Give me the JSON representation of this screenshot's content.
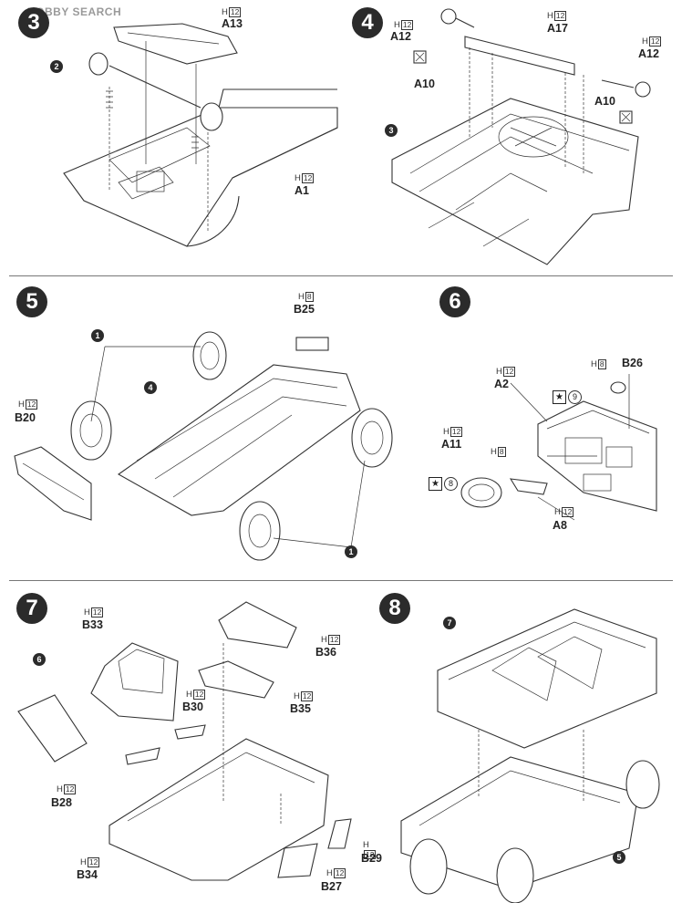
{
  "watermark": "HOBBY SEARCH",
  "steps": [
    {
      "number": "3",
      "sub": "2",
      "parts": [
        {
          "mat": "H",
          "size": "12",
          "label": "A13"
        },
        {
          "mat": "H",
          "size": "12",
          "label": "A1"
        }
      ]
    },
    {
      "number": "4",
      "sub": "3",
      "parts": [
        {
          "mat": "H",
          "size": "12",
          "label": "A12"
        },
        {
          "mat": "H",
          "size": "12",
          "label": "A17"
        },
        {
          "mat": "H",
          "size": "12",
          "label": "A12"
        }
      ],
      "extra_labels": [
        "A10",
        "A10"
      ]
    },
    {
      "number": "5",
      "sub_top": "1",
      "sub_mid": "4",
      "sub_bottom": "1",
      "parts": [
        {
          "mat": "H",
          "size": "8",
          "label": "B25"
        },
        {
          "mat": "H",
          "size": "12",
          "label": "B20"
        }
      ]
    },
    {
      "number": "6",
      "parts": [
        {
          "mat": "H",
          "size": "12",
          "label": "A2"
        },
        {
          "mat": "H",
          "size": "8",
          "label": "B26"
        },
        {
          "mat": "H",
          "size": "12",
          "label": "A11"
        },
        {
          "mat": "H",
          "size": "12",
          "label": "A8"
        }
      ],
      "extra_mat": {
        "mat": "H",
        "size": "8"
      },
      "star_9": "9",
      "star_8": "8"
    },
    {
      "number": "7",
      "sub": "6",
      "parts": [
        {
          "mat": "H",
          "size": "12",
          "label": "B33"
        },
        {
          "mat": "H",
          "size": "12",
          "label": "B36"
        },
        {
          "mat": "H",
          "size": "12",
          "label": "B30"
        },
        {
          "mat": "H",
          "size": "12",
          "label": "B35"
        },
        {
          "mat": "H",
          "size": "12",
          "label": "B28"
        },
        {
          "mat": "H",
          "size": "12",
          "label": "B34"
        },
        {
          "mat": "H",
          "size": "12",
          "label": "B29"
        },
        {
          "mat": "H",
          "size": "12",
          "label": "B27"
        }
      ]
    },
    {
      "number": "8",
      "sub_top": "7",
      "sub_bottom": "5"
    }
  ]
}
